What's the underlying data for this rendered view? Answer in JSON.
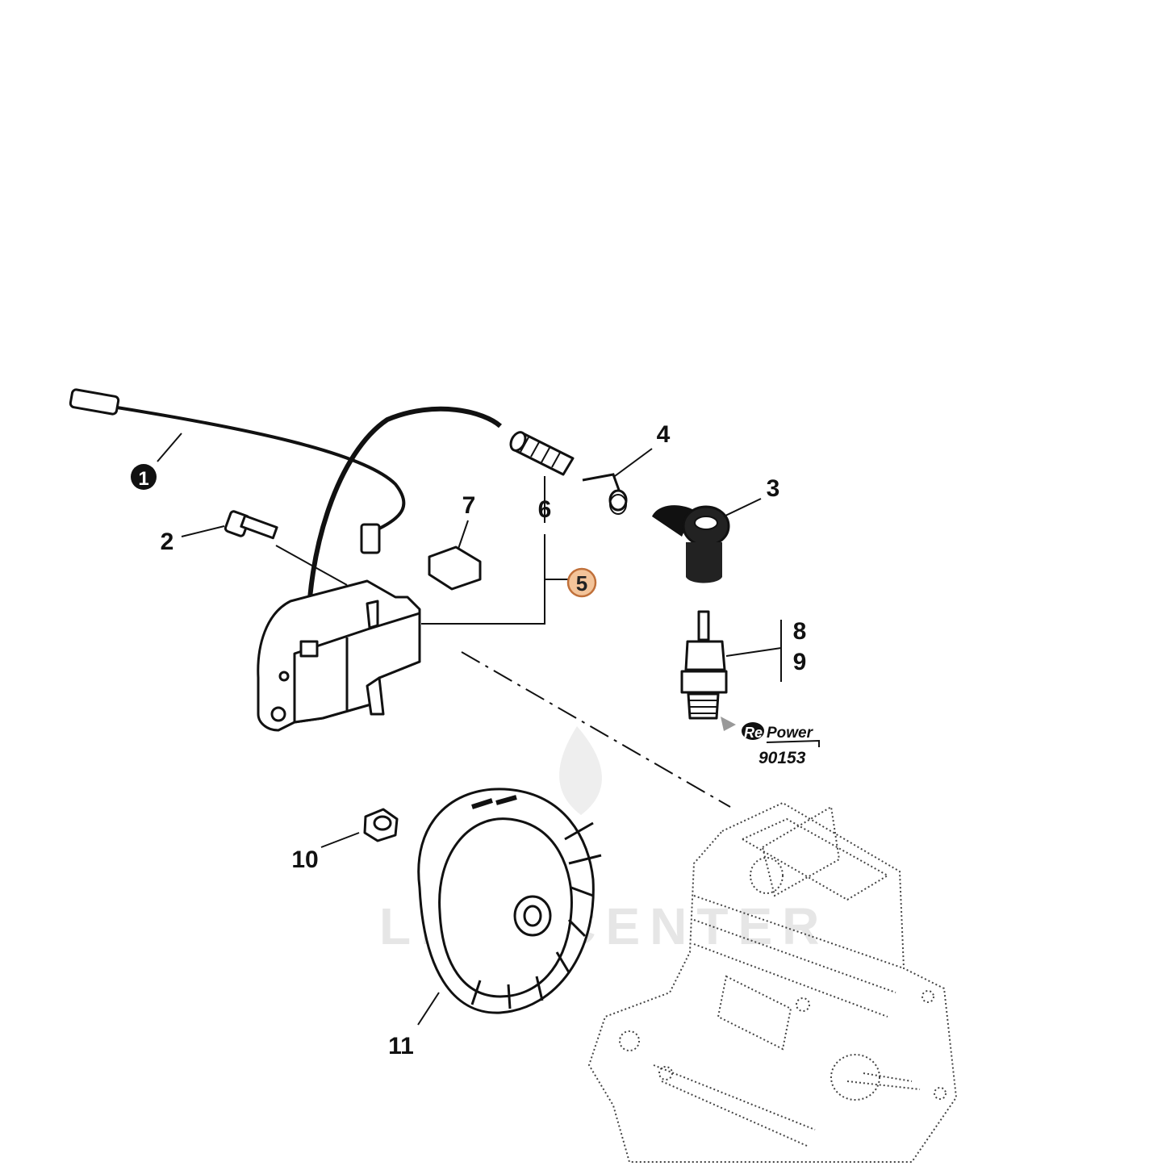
{
  "callouts": [
    {
      "id": "1",
      "text": "1",
      "style": "filled-circle"
    },
    {
      "id": "2",
      "text": "2"
    },
    {
      "id": "3",
      "text": "3"
    },
    {
      "id": "4",
      "text": "4"
    },
    {
      "id": "5",
      "text": "5",
      "style": "orange-circle"
    },
    {
      "id": "6",
      "text": "6"
    },
    {
      "id": "7",
      "text": "7"
    },
    {
      "id": "8",
      "text": "8"
    },
    {
      "id": "9",
      "text": "9"
    },
    {
      "id": "10",
      "text": "10"
    },
    {
      "id": "11",
      "text": "11"
    }
  ],
  "repower": {
    "logo_re": "Re",
    "logo_power": "Power",
    "number": "90153"
  },
  "watermark": "LEADCENTER",
  "colors": {
    "line": "#111111",
    "highlight_fill": "#f3c49a",
    "highlight_stroke": "#c0703a",
    "watermark": "#e6e6e6"
  }
}
